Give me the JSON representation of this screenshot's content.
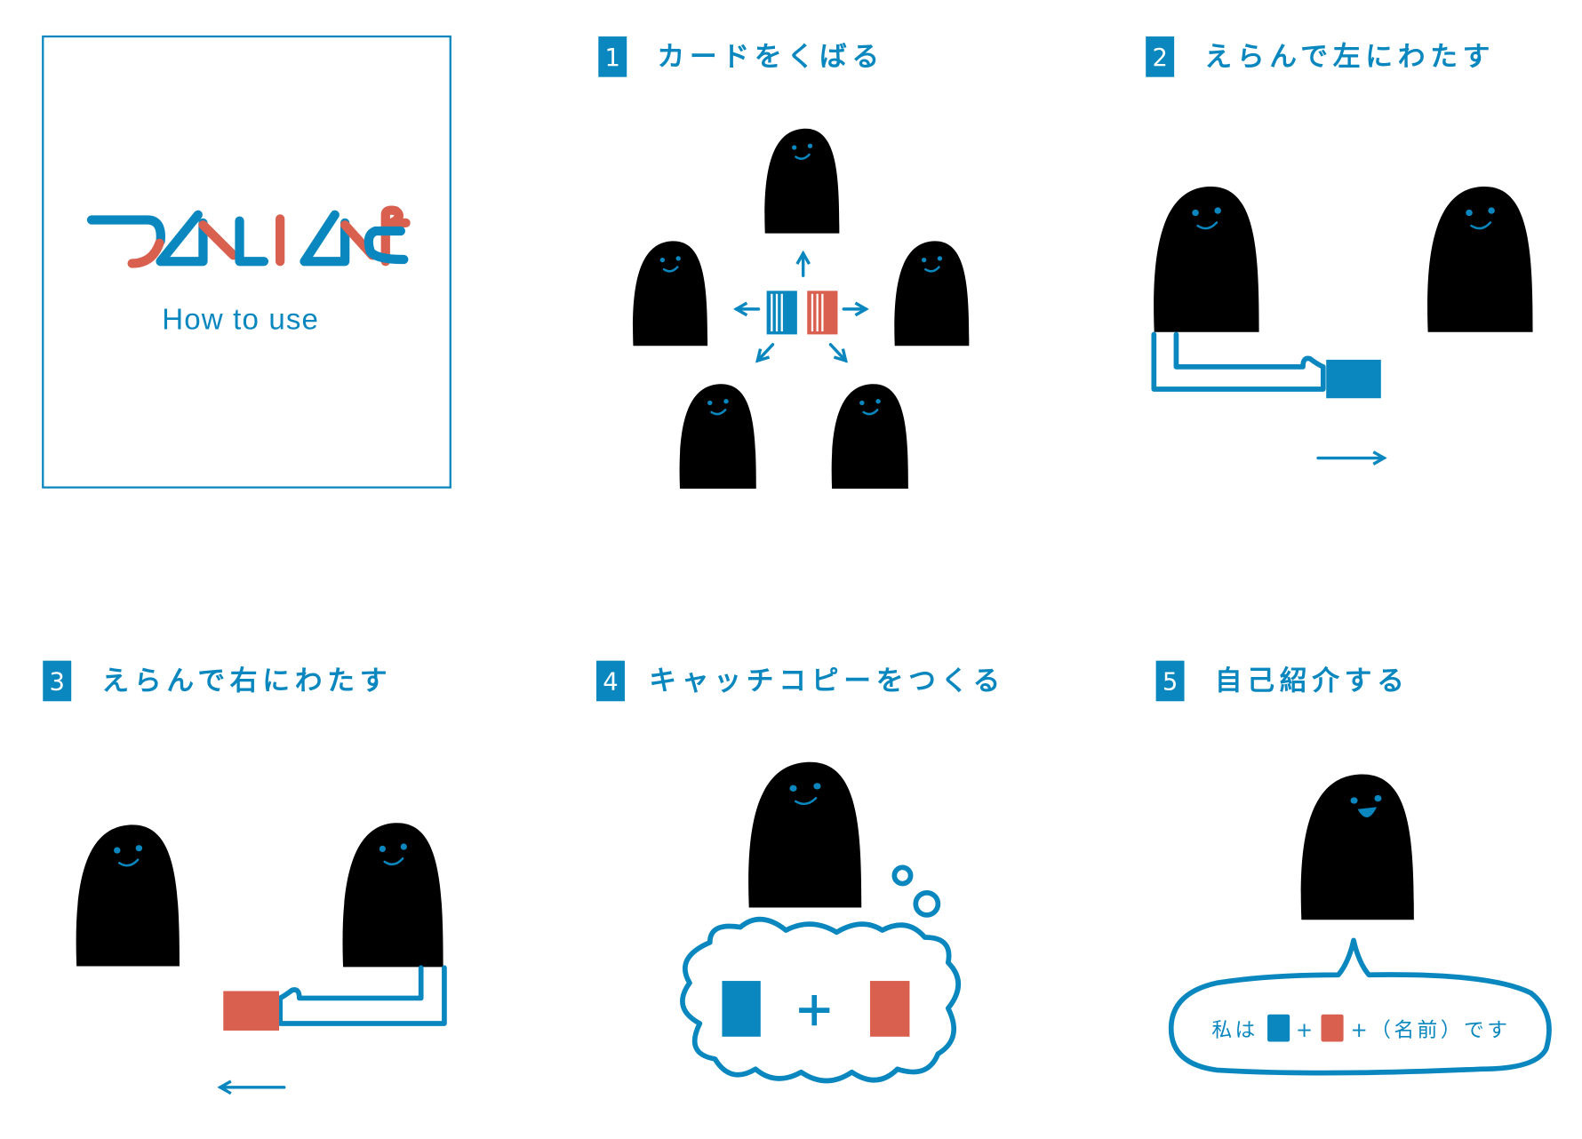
{
  "cover": {
    "subtitle": "How to use"
  },
  "steps": [
    {
      "number": "1",
      "title": "カードをくばる"
    },
    {
      "number": "2",
      "title": "えらんで左にわたす"
    },
    {
      "number": "3",
      "title": "えらんで右にわたす"
    },
    {
      "number": "4",
      "title": "キャッチコピーをつくる"
    },
    {
      "number": "5",
      "title": "自己紹介する"
    }
  ],
  "speech": {
    "prefix": "私は",
    "plus": "+",
    "suffix": "+（名前）です"
  },
  "colors": {
    "blue": "#0a87be",
    "red": "#d9604f"
  }
}
